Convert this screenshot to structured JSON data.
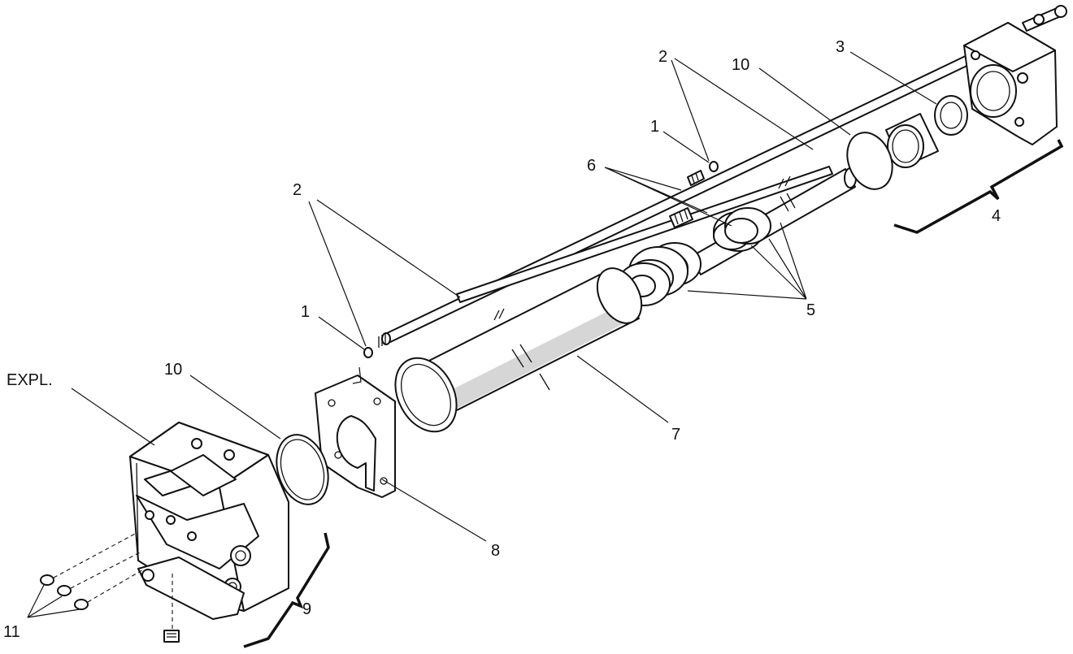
{
  "diagram": {
    "labels": {
      "expl": "EXPL.",
      "l1_left": "1",
      "l2_left": "2",
      "l10_left": "10",
      "l2_right": "2",
      "l1_right": "1",
      "l10_right": "10",
      "l3": "3",
      "l4": "4",
      "l5": "5",
      "l6": "6",
      "l7": "7",
      "l8": "8",
      "l9": "9",
      "l11": "11"
    }
  }
}
